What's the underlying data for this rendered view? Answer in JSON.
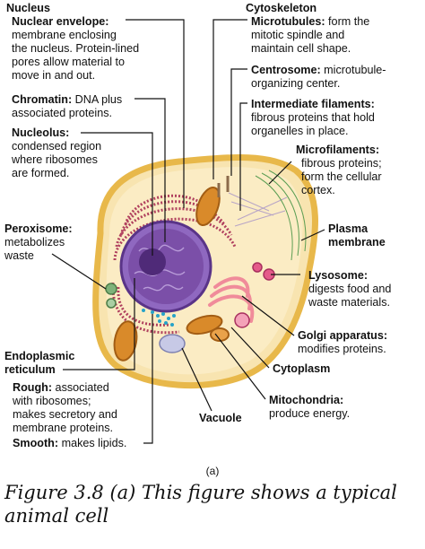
{
  "labels": {
    "nucleus": {
      "title": "Nucleus"
    },
    "nuclear_envelope": {
      "name": "Nuclear envelope:",
      "desc": [
        "membrane enclosing",
        "the nucleus. Protein-lined",
        "pores allow material to",
        "move in and out."
      ]
    },
    "chromatin": {
      "name": "Chromatin:",
      "desc_inline": " DNA plus",
      "desc": [
        "associated proteins."
      ]
    },
    "nucleolus": {
      "name": "Nucleolus:",
      "desc": [
        "condensed region",
        "where ribosomes",
        "are formed."
      ]
    },
    "peroxisome": {
      "name": "Peroxisome:",
      "desc": [
        "metabolizes",
        "waste"
      ]
    },
    "endoplasmic_reticulum": {
      "name": [
        "Endoplasmic",
        "reticulum"
      ]
    },
    "rough_er": {
      "name": "Rough:",
      "desc_inline": " associated",
      "desc": [
        "with ribosomes;",
        "makes secretory and",
        "membrane proteins."
      ]
    },
    "smooth_er": {
      "name": "Smooth:",
      "desc_inline": " makes lipids."
    },
    "cytoskeleton": {
      "title": "Cytoskeleton"
    },
    "microtubules": {
      "name": "Microtubules:",
      "desc_inline": " form the",
      "desc": [
        "mitotic spindle and",
        "maintain cell shape."
      ]
    },
    "centrosome": {
      "name": "Centrosome:",
      "desc_inline": " microtubule-",
      "desc": [
        "organizing center."
      ]
    },
    "intermediate_filaments": {
      "name": "Intermediate filaments:",
      "desc": [
        "fibrous proteins that hold",
        "organelles in place."
      ]
    },
    "microfilaments": {
      "name": "Microfilaments:",
      "desc": [
        "fibrous proteins;",
        "form the cellular",
        "cortex."
      ]
    },
    "plasma_membrane": {
      "name": [
        "Plasma",
        "membrane"
      ]
    },
    "lysosome": {
      "name": "Lysosome:",
      "desc": [
        "digests food and",
        "waste materials."
      ]
    },
    "golgi": {
      "name": "Golgi apparatus:",
      "desc": [
        "modifies proteins."
      ]
    },
    "cytoplasm": {
      "name": "Cytoplasm"
    },
    "mitochondria": {
      "name": "Mitochondria:",
      "desc": [
        "produce energy."
      ]
    },
    "vacuole": {
      "name": "Vacuole"
    }
  },
  "panel_label": "(a)",
  "caption": "Figure 3.8 (a) This figure shows a typical animal cell",
  "colors": {
    "membrane": "#e8b84a",
    "cytoplasm": "#f8e4b0",
    "nucleus": "#7b4fa8",
    "er": "#b0405e",
    "mitochondria": "#d98a2a",
    "golgi": "#f08b9a",
    "lysosome": "#e45a8a",
    "peroxisome": "#7fb27a",
    "vacuole": "#c7c9e6",
    "leader": "#111111"
  }
}
